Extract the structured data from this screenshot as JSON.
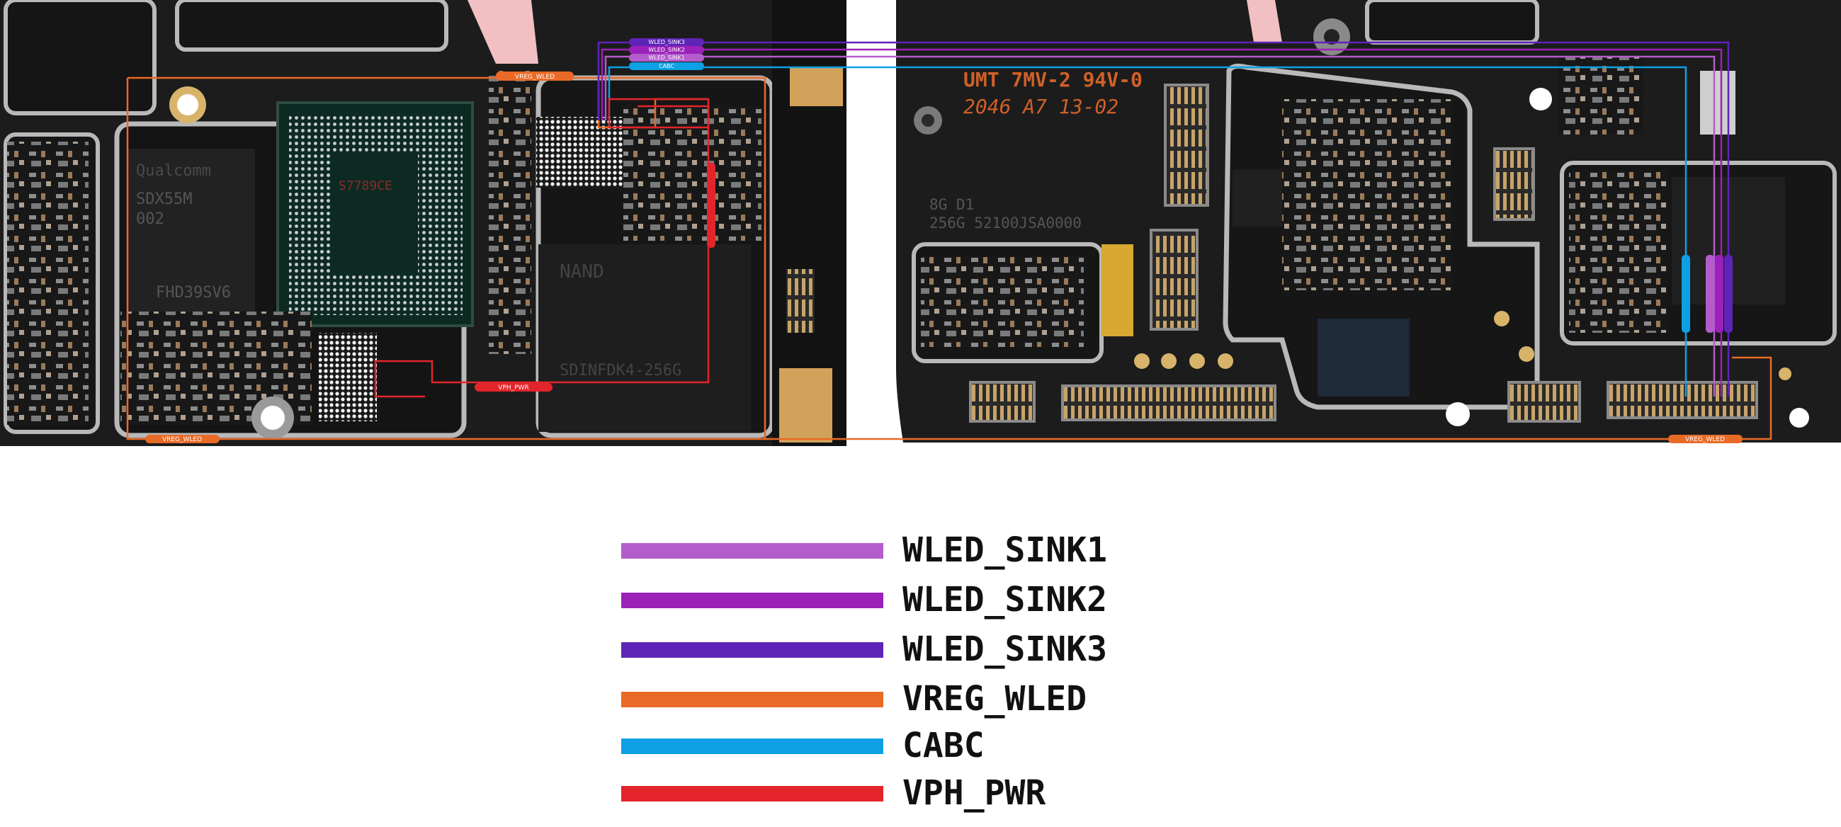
{
  "board": {
    "left_section": {
      "chip_labels": [
        "Qualcomm",
        "SDX55M",
        "002",
        "FHD39SV6"
      ],
      "nand_label": "NAND",
      "nand_marking": "SDINFDK4-256G",
      "ram_marking": "S7789CE"
    },
    "right_section": {
      "silkscreen_line1": "UMT 7MV-2 94V-0",
      "silkscreen_line2": "2046 A7 13-02",
      "storage_line1": "8G    D1",
      "storage_line2": "256G  52100JSA0000"
    },
    "net_tags": {
      "vreg_top": "VREG_WLED",
      "vreg_bottom_left": "VREG_WLED",
      "vreg_bottom_right": "VREG_WLED",
      "vph_pwr": "VPH_PWR",
      "sink3": "WLED_SINK3",
      "sink2": "WLED_SINK2",
      "sink1": "WLED_SINK1",
      "cabc": "CABC"
    }
  },
  "legend": {
    "items": [
      {
        "label": "WLED_SINK1",
        "color": "#b35ccc"
      },
      {
        "label": "WLED_SINK2",
        "color": "#9b22b8"
      },
      {
        "label": "WLED_SINK3",
        "color": "#5e24b8"
      },
      {
        "label": "VREG_WLED",
        "color": "#e96a26"
      },
      {
        "label": "CABC",
        "color": "#0ea0e4"
      },
      {
        "label": "VPH_PWR",
        "color": "#e3242b"
      }
    ]
  }
}
